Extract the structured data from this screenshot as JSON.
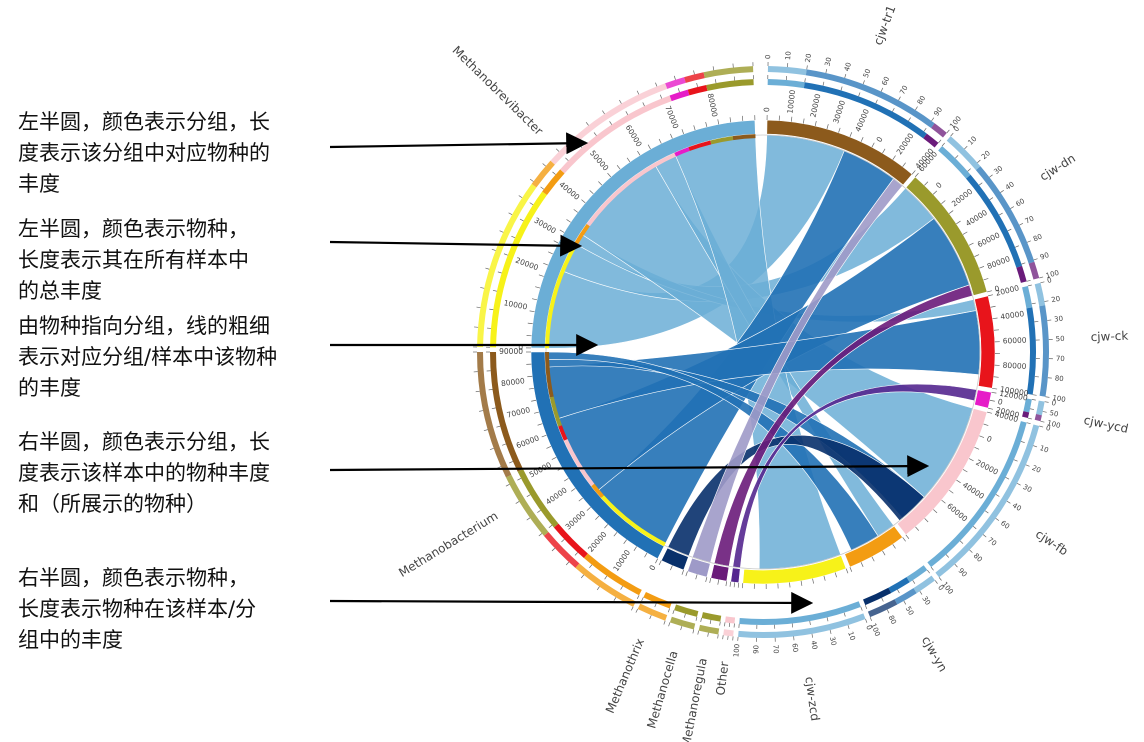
{
  "annotations": [
    {
      "text": "左半圆，颜色表示分组，长\n度表示该分组中对应物种的\n丰度"
    },
    {
      "text": "左半圆，颜色表示物种，\n长度表示其在所有样本中\n的总丰度"
    },
    {
      "text": "由物种指向分组，线的粗细\n表示对应分组/样本中该物种\n的丰度"
    },
    {
      "text": "右半圆，颜色表示分组，长\n度表示该样本中的物种丰度\n和（所展示的物种）"
    },
    {
      "text": "右半圆，颜色表示物种，\n长度表示物种在该样本/分\n组中的丰度"
    }
  ],
  "chord": {
    "species": [
      {
        "name": "Methanobrevibacter",
        "color": "#6baed6"
      },
      {
        "name": "Methanobacterium",
        "color": "#2171b5"
      },
      {
        "name": "Methanothrix",
        "color": "#08306b"
      },
      {
        "name": "Methanocella",
        "color": "#9e9ac8"
      },
      {
        "name": "Methanoregula",
        "color": "#6a1b7a"
      },
      {
        "name": "Other",
        "color": "#54278f"
      }
    ],
    "samples": [
      {
        "name": "cjw-tr1",
        "color": "#8c5a1c"
      },
      {
        "name": "cjw-dn",
        "color": "#9a9a2c"
      },
      {
        "name": "cjw-ck",
        "color": "#e8141b"
      },
      {
        "name": "cjw-ycd",
        "color": "#e61cc8"
      },
      {
        "name": "cjw-fb",
        "color": "#f9c6cd"
      },
      {
        "name": "cjw-yn",
        "color": "#f39c12"
      },
      {
        "name": "cjw-zcd",
        "color": "#f7f219"
      }
    ],
    "left_tick_labels": [
      "0",
      "10000",
      "20000",
      "30000",
      "40000",
      "50000",
      "60000",
      "70000",
      "80000",
      "90000",
      "0",
      "10000",
      "20000",
      "30000",
      "40000",
      "50000",
      "60000",
      "70000",
      "80000"
    ],
    "right_tick_labels": [
      "0",
      "10000",
      "20000",
      "30000",
      "40000",
      "0",
      "20000",
      "40000",
      "60000",
      "0",
      "20000",
      "40000",
      "60000",
      "80000",
      "0",
      "20000",
      "40000",
      "60000",
      "80000",
      "100000",
      "120000",
      "0",
      "20000",
      "40000",
      "0",
      "20000",
      "40000",
      "60000"
    ],
    "right_pct_labels": [
      "0",
      "10",
      "20",
      "30",
      "40",
      "50",
      "60",
      "70",
      "80",
      "90",
      "100"
    ]
  }
}
